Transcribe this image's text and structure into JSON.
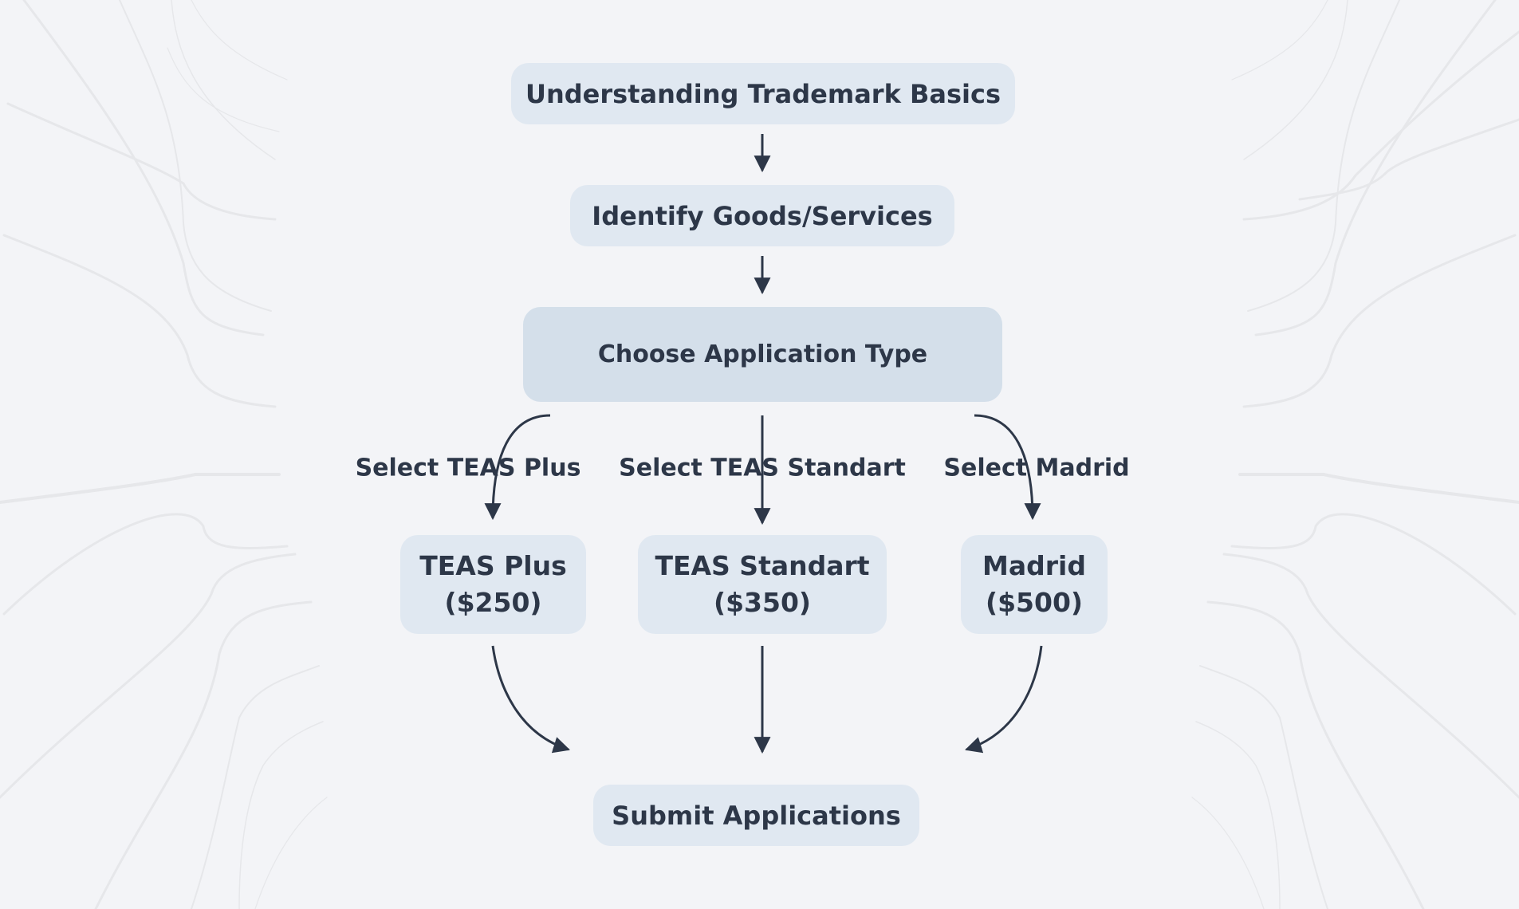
{
  "diagram": {
    "type": "flowchart",
    "colors": {
      "background": "#f3f4f7",
      "node_fill": "#e0e8f1",
      "decision_fill": "#d4dfea",
      "text": "#2d3748",
      "edge": "#2d3748"
    },
    "nodes": {
      "basics": {
        "label": "Understanding Trademark Basics"
      },
      "identify": {
        "label": "Identify Goods/Services"
      },
      "choose": {
        "label": "Choose Application Type"
      },
      "teas_plus": {
        "line1": "TEAS Plus",
        "line2": "($250)"
      },
      "teas_standart": {
        "line1": "TEAS Standart",
        "line2": "($350)"
      },
      "madrid": {
        "line1": "Madrid",
        "line2": "($500)"
      },
      "submit": {
        "label": "Submit Applications"
      }
    },
    "edges": [
      {
        "from": "basics",
        "to": "identify",
        "label": ""
      },
      {
        "from": "identify",
        "to": "choose",
        "label": ""
      },
      {
        "from": "choose",
        "to": "teas_plus",
        "label": "Select TEAS Plus"
      },
      {
        "from": "choose",
        "to": "teas_standart",
        "label": "Select TEAS Standart"
      },
      {
        "from": "choose",
        "to": "madrid",
        "label": "Select Madrid"
      },
      {
        "from": "teas_plus",
        "to": "submit",
        "label": ""
      },
      {
        "from": "teas_standart",
        "to": "submit",
        "label": ""
      },
      {
        "from": "madrid",
        "to": "submit",
        "label": ""
      }
    ]
  }
}
